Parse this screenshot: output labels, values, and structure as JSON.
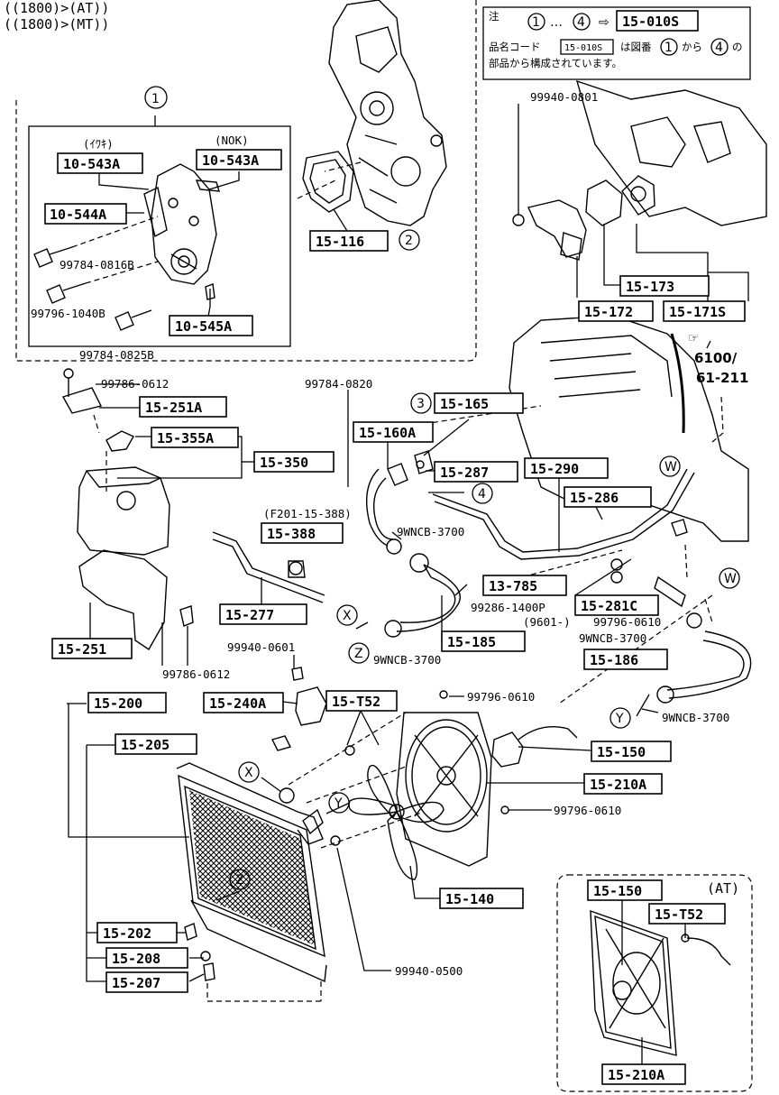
{
  "header": {
    "line1": "((1800)>(AT))",
    "line2": "((1800)>(MT))"
  },
  "note": {
    "title": "注",
    "c1": "1",
    "dots": "…",
    "c4": "4",
    "arrow": "⇨",
    "part": "15-010S",
    "line2a": "品名コード",
    "line2b": "15-010S",
    "line2c": "は図番",
    "line2d": "から",
    "line2e": "の",
    "line3": "部品から構成されています。"
  },
  "labels": {
    "group1": "1",
    "iwaki": "(ｲﾜｷ)",
    "nok": "(NOK)",
    "p10543a_1": "10-543A",
    "p10543a_2": "10-543A",
    "p10544a": "10-544A",
    "p10545a": "10-545A",
    "p15116": "15-116",
    "c2": "2",
    "b99784_0816b": "99784-0816B",
    "b99796_1040b": "99796-1040B",
    "b99784_0825b": "99784-0825B",
    "b99940_0801": "99940-0801",
    "p15173": "15-173",
    "p15172": "15-172",
    "p15171s": "15-171S",
    "ref1": "6100/",
    "ref2": "61-211",
    "b99786_0612a": "99786-0612",
    "p15251a": "15-251A",
    "p15355a": "15-355A",
    "p15350": "15-350",
    "b99784_0820": "99784-0820",
    "c3": "3",
    "p15165": "15-165",
    "p15160a": "15-160A",
    "p15287": "15-287",
    "c4": "4",
    "p15290": "15-290",
    "p15286": "15-286",
    "cw1": "W",
    "cw2": "W",
    "f201": "(F201-15-388)",
    "p15388": "15-388",
    "h9wncb_a": "9WNCB-3700",
    "p13785": "13-785",
    "b99286": "99286-1400P",
    "n9601": "(9601-)",
    "p15281c": "15-281C",
    "b99796_0610a": "99796-0610",
    "h9wncb_b": "9WNCB-3700",
    "p15186": "15-186",
    "p15277": "15-277",
    "cx1": "X",
    "cz1": "Z",
    "h9wncb_c": "9WNCB-3700",
    "p15185": "15-185",
    "p15251": "15-251",
    "b99786_0612b": "99786-0612",
    "b99940_0601": "99940-0601",
    "p15200": "15-200",
    "p15240a": "15-240A",
    "p15t52a": "15-T52",
    "b99796_0610b": "99796-0610",
    "cy1": "Y",
    "h9wncb_d": "9WNCB-3700",
    "p15205": "15-205",
    "p15150a": "15-150",
    "p15210a_1": "15-210A",
    "cx2": "X",
    "cy2": "Y",
    "b99796_0610c": "99796-0610",
    "cz2": "Z",
    "p15140": "15-140",
    "p15202": "15-202",
    "p15208": "15-208",
    "p15207": "15-207",
    "b99940_0500": "99940-0500",
    "at": "(AT)",
    "p15150b": "15-150",
    "p15t52b": "15-T52",
    "p15210a_2": "15-210A"
  }
}
